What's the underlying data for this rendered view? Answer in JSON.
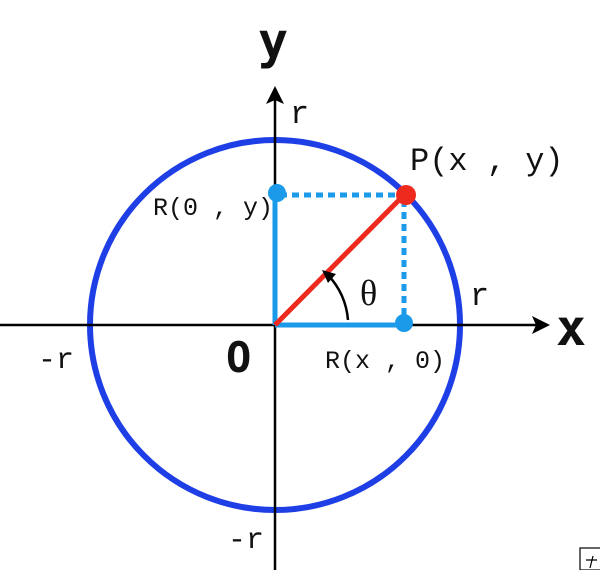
{
  "labels": {
    "axis_x": "x",
    "axis_y": "y",
    "origin": "O",
    "r_top": "r",
    "r_right": "r",
    "r_left": "-r",
    "r_bottom": "-r",
    "point_p": "P(x , y)",
    "point_ry": "R(0 , y)",
    "point_rx": "R(x , 0)",
    "angle": "θ"
  },
  "colors": {
    "circle": "#1f3fe6",
    "radius": "#ee2a1e",
    "projection": "#1a9ae8",
    "axes": "#000000"
  }
}
